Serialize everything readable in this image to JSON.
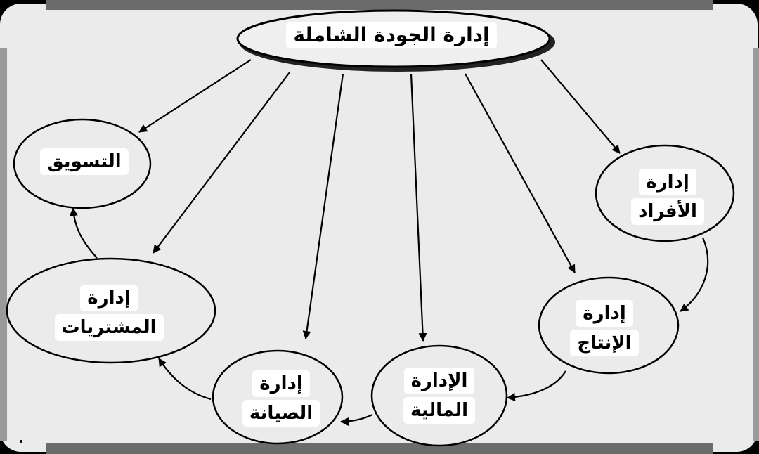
{
  "diagram": {
    "title": "إدارة الجودة الشاملة",
    "nodes": {
      "marketing": "التسويق",
      "hr": {
        "line1": "إدارة",
        "line2": "الأفراد"
      },
      "production": {
        "line1": "إدارة",
        "line2": "الإنتاج"
      },
      "finance": {
        "line1": "الإدارة",
        "line2": "المالية"
      },
      "maintenance": {
        "line1": "إدارة",
        "line2": "الصيانة"
      },
      "purchasing": {
        "line1": "إدارة",
        "line2": "المشتريات"
      }
    }
  }
}
